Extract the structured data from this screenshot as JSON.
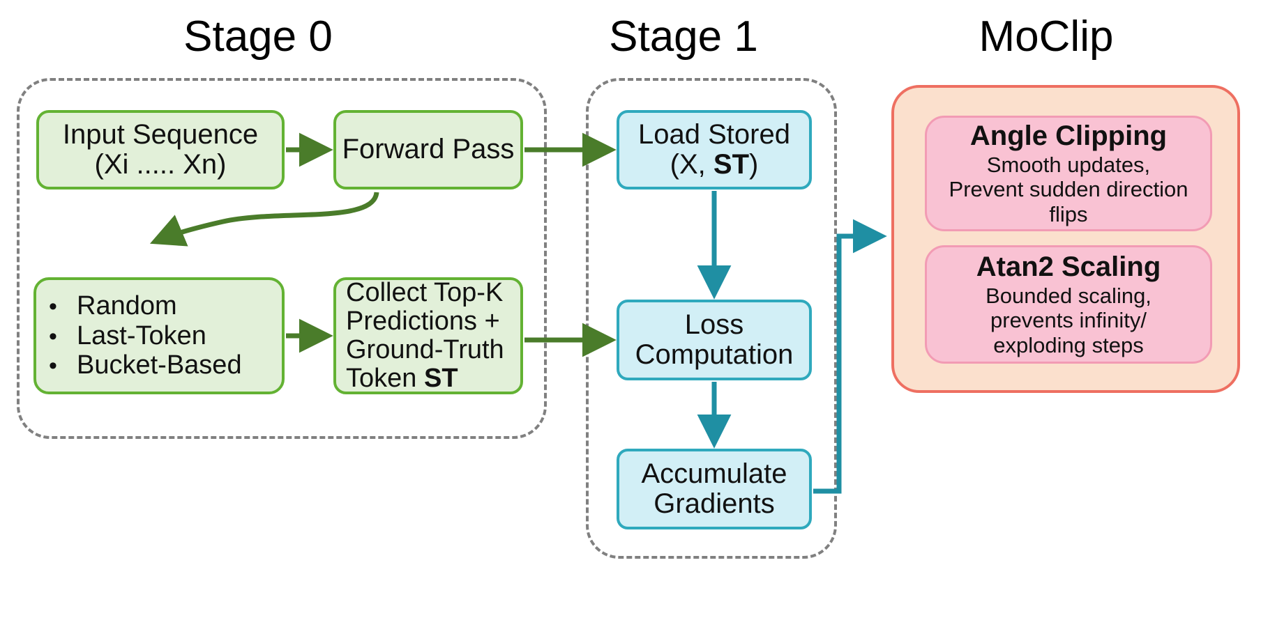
{
  "diagram": {
    "title_stage0": "Stage 0",
    "title_stage1": "Stage 1",
    "title_moclip": "MoClip"
  },
  "stage0": {
    "input_sequence": {
      "line1": "Input Sequence",
      "line2": "(Xi ..... Xn)"
    },
    "forward_pass": {
      "line1": "Forward Pass"
    },
    "sampling": {
      "bullet": "•",
      "items": [
        "Random",
        "Last-Token",
        "Bucket-Based"
      ]
    },
    "collect": {
      "line1": "Collect Top-K",
      "line2": "Predictions +",
      "line3": "Ground-Truth",
      "line4_prefix": "Token ",
      "line4_bold": "ST"
    }
  },
  "stage1": {
    "load_stored": {
      "line1": "Load Stored",
      "line2_prefix": "(X, ",
      "line2_bold": "ST",
      "line2_suffix": ")"
    },
    "loss_computation": {
      "line1": "Loss",
      "line2": "Computation"
    },
    "accumulate": {
      "line1": "Accumulate",
      "line2": "Gradients"
    }
  },
  "moclip": {
    "cards": [
      {
        "title": "Angle Clipping",
        "sub_line1": "Smooth updates,",
        "sub_line2": "Prevent sudden direction",
        "sub_line3": "flips"
      },
      {
        "title": "Atan2 Scaling",
        "sub_line1": "Bounded scaling,",
        "sub_line2": "prevents infinity/",
        "sub_line3": "exploding steps"
      }
    ]
  },
  "colors": {
    "green_fill": "#e2f0d9",
    "green_border": "#63b233",
    "green_arrow": "#4a7c2a",
    "teal_fill": "#d2eff6",
    "teal_border": "#2fa9bd",
    "teal_arrow": "#1f8fa3",
    "peach_fill": "#fbe0cd",
    "red_border": "#ee6f61",
    "pink_fill": "#f9c2d3",
    "pink_border": "#f29bb4",
    "dashed_gray": "#808080"
  }
}
